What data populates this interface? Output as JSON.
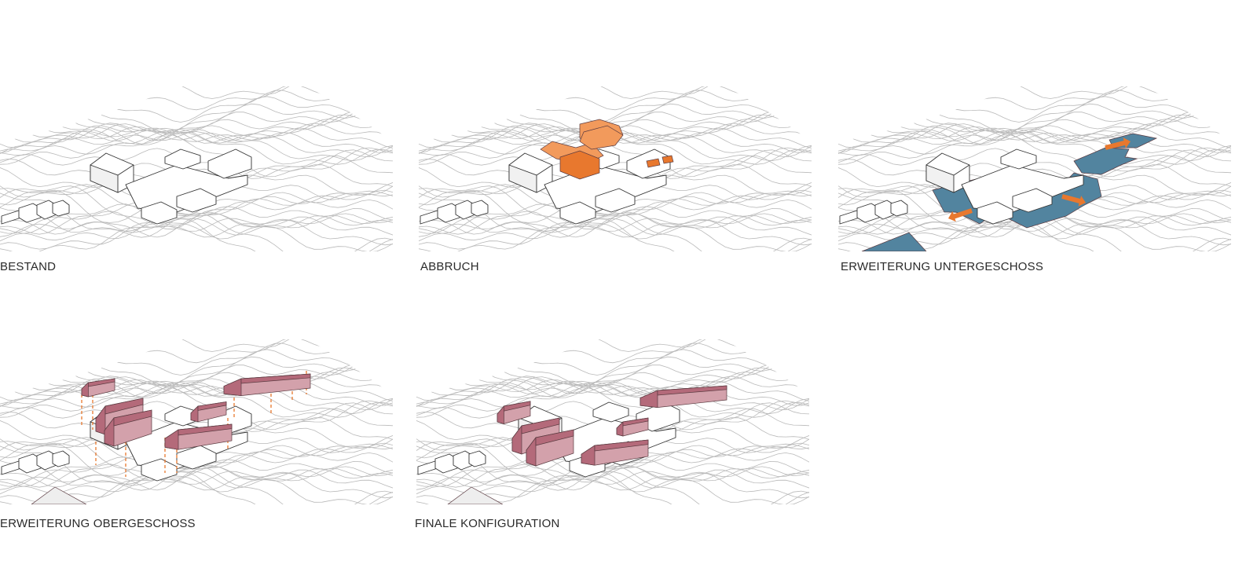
{
  "panels": [
    {
      "id": "bestand",
      "label": "BESTAND",
      "overlay": "none"
    },
    {
      "id": "abbruch",
      "label": "ABBRUCH",
      "overlay": "demolition"
    },
    {
      "id": "untergeschoss",
      "label": "ERWEITERUNG UNTERGESCHOSS",
      "overlay": "basement"
    },
    {
      "id": "obergeschoss",
      "label": "ERWEITERUNG OBERGESCHOSS",
      "overlay": "upper"
    },
    {
      "id": "final",
      "label": "FINALE KONFIGURATION",
      "overlay": "final"
    }
  ],
  "colors": {
    "demolition": "#f29a5c",
    "demolition_dark": "#e8782e",
    "basement": "#52849f",
    "arrow": "#e8782e",
    "upper_light": "#d3a1ab",
    "upper_dark": "#b46a7a",
    "guide": "#e8782e",
    "contour": "#b9b9b9"
  }
}
